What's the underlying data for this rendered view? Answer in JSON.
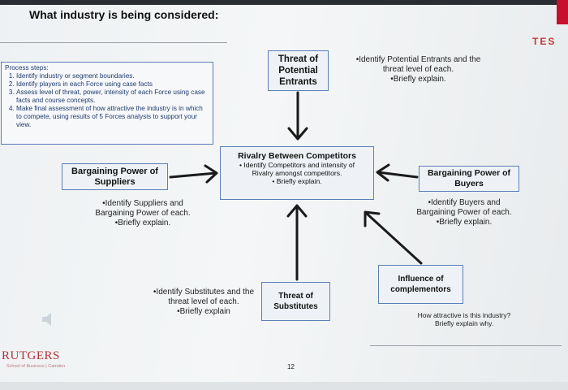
{
  "header": {
    "question": "What industry is being considered:",
    "logo": "TES"
  },
  "process": {
    "title": "Process steps:",
    "steps": [
      "Identify industry or segment boundaries.",
      "Identify players in each Force using case facts",
      "Assess level of threat, power, intensity of each Force using case facts and course concepts.",
      "Make final assessment of how attractive the industry is in which to compete, using results of 5 Forces analysis to support your view."
    ]
  },
  "forces": {
    "entrants": {
      "title": "Threat of Potential Entrants",
      "note": [
        "•Identify Potential Entrants and the",
        "threat level of each.",
        "•Briefly explain."
      ]
    },
    "rivalry": {
      "title": "Rivalry Between Competitors",
      "line1": "•  Identify Competitors and intensity of",
      "line2": "Rivalry amongst competitors.",
      "line3": "•  Briefly explain."
    },
    "suppliers": {
      "title": "Bargaining Power of Suppliers",
      "note": [
        "•Identify Suppliers and",
        "Bargaining Power of each.",
        "•Briefly explain."
      ]
    },
    "buyers": {
      "title": "Bargaining Power of Buyers",
      "note": [
        "•Identify Buyers and",
        "Bargaining Power of each.",
        "•Briefly explain."
      ]
    },
    "substitutes": {
      "title": "Threat of Substitutes",
      "note": [
        "•Identify Substitutes and the",
        "threat level of each.",
        "•Briefly explain"
      ]
    },
    "complementors": {
      "title": "Influence of complementors"
    }
  },
  "question_attractive": [
    "How attractive is this industry?",
    "Briefly explain why."
  ],
  "footer": {
    "logo": "RUTGERS",
    "sub": "School of Business | Camden",
    "page": "12"
  },
  "colors": {
    "box_border": "#5b7fb8",
    "accent": "#c8102e",
    "arrow": "#1a1a1a"
  }
}
